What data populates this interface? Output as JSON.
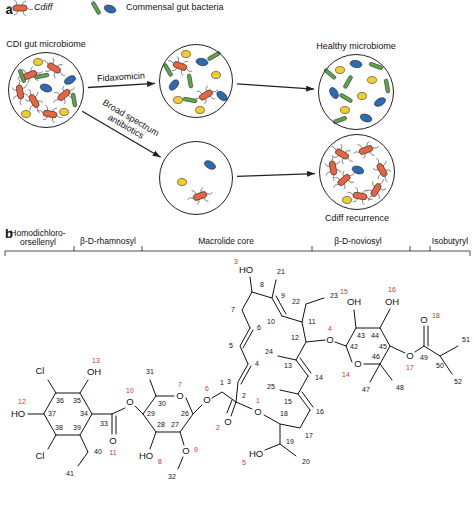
{
  "diagram": {
    "nodes": [
      {
        "text": [
          "CDI gut microbiome"
        ]
      },
      {
        "text": []
      },
      {
        "text": [
          "Healthy microbiome"
        ]
      },
      {
        "text": []
      },
      {
        "text": [
          "Cdiff recurrence"
        ]
      }
    ],
    "edges": [
      {
        "from": 0,
        "to": 1,
        "label": "Fidaxomicin",
        "arrow": "to"
      },
      {
        "from": 0,
        "to": 3,
        "label": "Broad spectrum antibiotics",
        "arrow": "to"
      },
      {
        "from": 1,
        "to": 2,
        "arrow": "to"
      },
      {
        "from": 3,
        "to": 4,
        "arrow": "to"
      }
    ],
    "labels": [
      "a",
      "b",
      "Homodichloro- orsellenyl",
      "β-D-rhamnosyl",
      "Macrolide core",
      "β-D-noviosyl",
      "Isobutyryl",
      "Cl",
      "HO",
      "OH",
      "Cl",
      "O",
      "O",
      "O",
      "HO",
      "O",
      "O",
      "O",
      "O",
      "HO",
      "HO",
      "O",
      "O",
      "OH",
      "OH",
      "O",
      "O",
      "1",
      "2",
      "3",
      "4",
      "5",
      "6",
      "7",
      "8",
      "9",
      "10",
      "11",
      "12",
      "13",
      "14",
      "15",
      "16",
      "17",
      "18",
      "1",
      "2",
      "3",
      "4",
      "5",
      "6",
      "7",
      "8",
      "9",
      "10",
      "11",
      "12",
      "13",
      "14",
      "15",
      "16",
      "17",
      "18",
      "19",
      "20",
      "21",
      "22",
      "23",
      "24",
      "25",
      "26",
      "27",
      "28",
      "29",
      "30",
      "31",
      "32",
      "33",
      "34",
      "35",
      "36",
      "37",
      "38",
      "39",
      "40",
      "41",
      "42",
      "43",
      "44",
      "45",
      "46",
      "47",
      "48",
      "49",
      "50",
      "51",
      "52"
    ],
    "legend": [
      {
        "text": "Cdiff"
      },
      {
        "text": "Commensal gut bacteria"
      }
    ]
  }
}
